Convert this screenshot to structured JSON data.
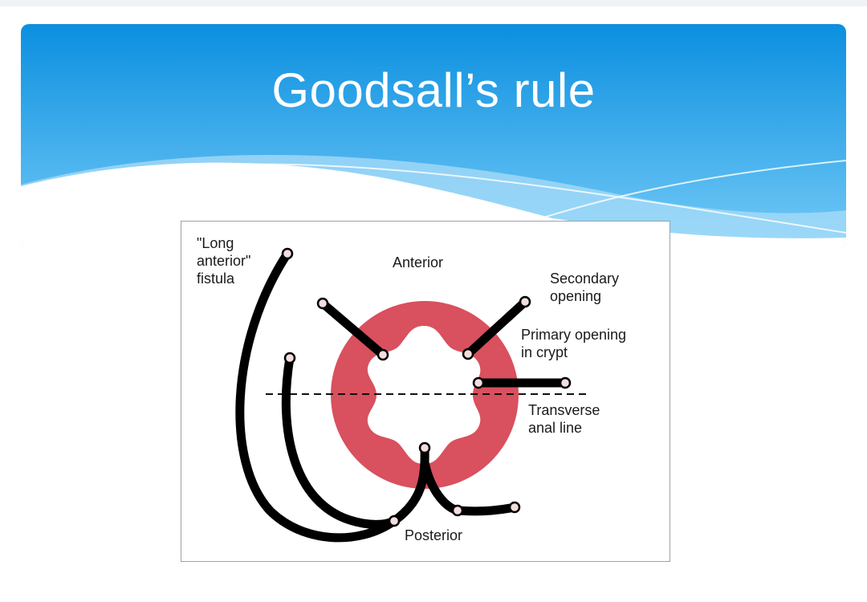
{
  "slide": {
    "title": "Goodsall’s rule"
  },
  "figure": {
    "labels": {
      "long_anterior_fistula": "\"Long\nanterior\"\nfistula",
      "anterior": "Anterior",
      "secondary_opening": "Secondary\nopening",
      "primary_opening": "Primary opening\nin crypt",
      "transverse_anal_line": "Transverse\nanal line",
      "posterior": "Posterior"
    }
  },
  "colors": {
    "banner_top": "#0b8fe0",
    "banner_bottom": "#6cc6f5",
    "ring": "#d9505e",
    "tract": "#000000"
  }
}
